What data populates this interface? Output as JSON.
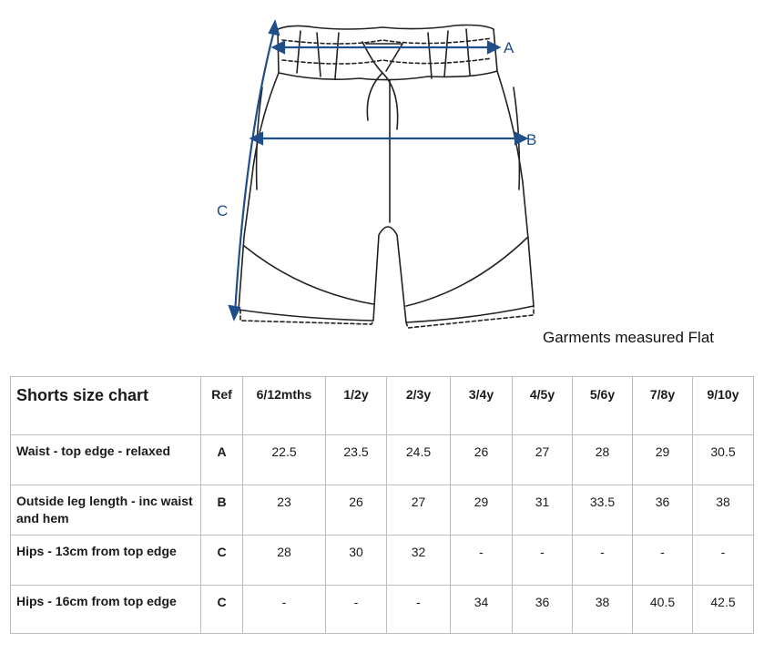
{
  "diagram": {
    "labels": [
      "A",
      "B",
      "C"
    ],
    "arrow_color": "#1f4e89",
    "line_color": "#222222"
  },
  "caption": "Garments measured Flat",
  "table": {
    "title": "Shorts size chart",
    "ref_header": "Ref",
    "sizes": [
      "6/12mths",
      "1/2y",
      "2/3y",
      "3/4y",
      "4/5y",
      "5/6y",
      "7/8y",
      "9/10y"
    ],
    "rows": [
      {
        "label": "Waist - top edge - relaxed",
        "ref": "A",
        "values": [
          "22.5",
          "23.5",
          "24.5",
          "26",
          "27",
          "28",
          "29",
          "30.5"
        ]
      },
      {
        "label": "Outside leg length - inc waist and hem",
        "ref": "B",
        "values": [
          "23",
          "26",
          "27",
          "29",
          "31",
          "33.5",
          "36",
          "38"
        ]
      },
      {
        "label": "Hips - 13cm from top edge",
        "ref": "C",
        "values": [
          "28",
          "30",
          "32",
          "-",
          "-",
          "-",
          "-",
          "-"
        ]
      },
      {
        "label": "Hips - 16cm from top edge",
        "ref": "C",
        "values": [
          "-",
          "-",
          "-",
          "34",
          "36",
          "38",
          "40.5",
          "42.5"
        ]
      }
    ]
  }
}
